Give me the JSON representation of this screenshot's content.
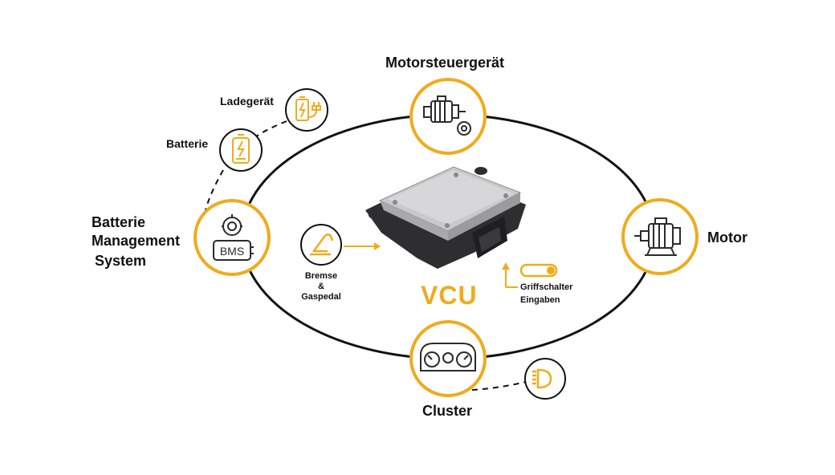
{
  "center": {
    "title": "VCU"
  },
  "nodes": {
    "motorsteuergeraet": "Motorsteuergerät",
    "motor": "Motor",
    "cluster": "Cluster",
    "bms_line1": "Batterie",
    "bms_line2": "Management",
    "bms_line3": "System",
    "bms_badge": "BMS",
    "ladegeraet": "Ladegerät",
    "batterie": "Batterie"
  },
  "inputs": {
    "pedal_line1": "Bremse",
    "pedal_line2": "&",
    "pedal_line3": "Gaspedal",
    "switch_line1": "Griffschalter",
    "switch_line2": "Eingaben"
  },
  "colors": {
    "accent": "#f0ab1c",
    "stroke": "#111111",
    "icon": "#2b2b2b"
  }
}
